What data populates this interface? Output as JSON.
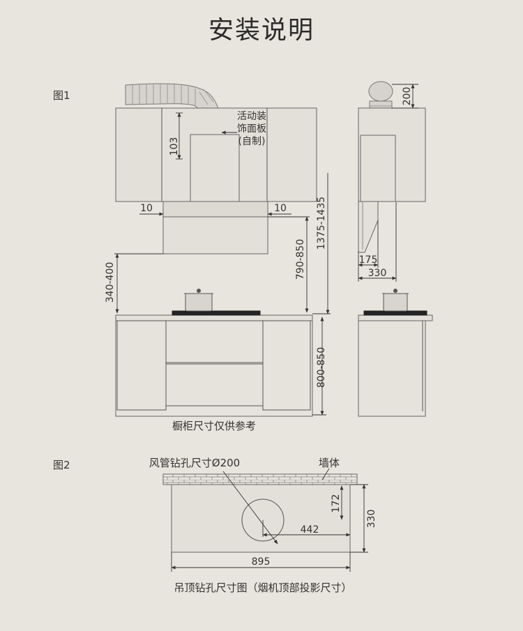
{
  "title": "安装说明",
  "fig1": {
    "label": "图1",
    "panel_note_lines": [
      "活动装",
      "饰面板",
      "(自制)"
    ],
    "dims": {
      "duct_offset": "103",
      "gap_left": "10",
      "gap_right": "10",
      "hood_to_counter": "790-850",
      "cabinet_top_height": "1375-1435",
      "upper_clearance": "340-400",
      "cabinet_height": "800-850",
      "duct_height": "200",
      "hood_front": "175",
      "hood_depth": "330"
    },
    "caption": "橱柜尺寸仅供参考"
  },
  "fig2": {
    "label": "图2",
    "hole_label": "风管钻孔尺寸Ø200",
    "wall_label": "墙体",
    "dims": {
      "d172": "172",
      "d442": "442",
      "d330": "330",
      "d895": "895"
    },
    "caption": "吊顶钻孔尺寸图（烟机顶部投影尺寸）"
  },
  "colors": {
    "background": "#e8e4de",
    "line": "#444444",
    "panel": "#e3dfd9"
  }
}
